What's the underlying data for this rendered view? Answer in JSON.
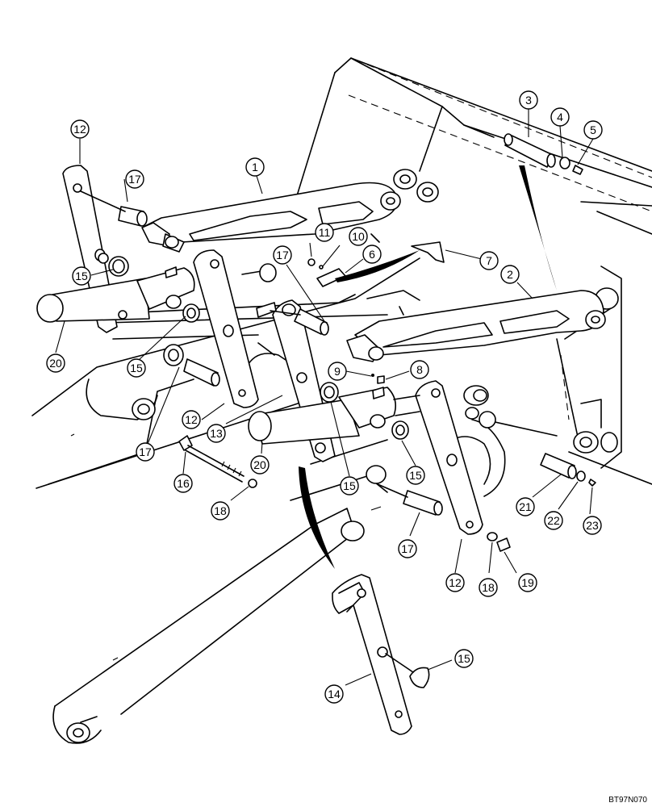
{
  "figure_code": "BT97N070",
  "callouts": [
    {
      "id": "c1",
      "label": "1"
    },
    {
      "id": "c2",
      "label": "2"
    },
    {
      "id": "c3",
      "label": "3"
    },
    {
      "id": "c4",
      "label": "4"
    },
    {
      "id": "c5",
      "label": "5"
    },
    {
      "id": "c6",
      "label": "6"
    },
    {
      "id": "c7",
      "label": "7"
    },
    {
      "id": "c8",
      "label": "8"
    },
    {
      "id": "c9",
      "label": "9"
    },
    {
      "id": "c10",
      "label": "10"
    },
    {
      "id": "c11",
      "label": "11"
    },
    {
      "id": "c12a",
      "label": "12"
    },
    {
      "id": "c12b",
      "label": "12"
    },
    {
      "id": "c12c",
      "label": "12"
    },
    {
      "id": "c13",
      "label": "13"
    },
    {
      "id": "c14",
      "label": "14"
    },
    {
      "id": "c15a",
      "label": "15"
    },
    {
      "id": "c15b",
      "label": "15"
    },
    {
      "id": "c15c",
      "label": "15"
    },
    {
      "id": "c15d",
      "label": "15"
    },
    {
      "id": "c15e",
      "label": "15"
    },
    {
      "id": "c16",
      "label": "16"
    },
    {
      "id": "c17a",
      "label": "17"
    },
    {
      "id": "c17b",
      "label": "17"
    },
    {
      "id": "c17c",
      "label": "17"
    },
    {
      "id": "c17d",
      "label": "17"
    },
    {
      "id": "c18a",
      "label": "18"
    },
    {
      "id": "c18b",
      "label": "18"
    },
    {
      "id": "c19",
      "label": "19"
    },
    {
      "id": "c20a",
      "label": "20"
    },
    {
      "id": "c20b",
      "label": "20"
    },
    {
      "id": "c21",
      "label": "21"
    },
    {
      "id": "c22",
      "label": "22"
    },
    {
      "id": "c23",
      "label": "23"
    }
  ]
}
